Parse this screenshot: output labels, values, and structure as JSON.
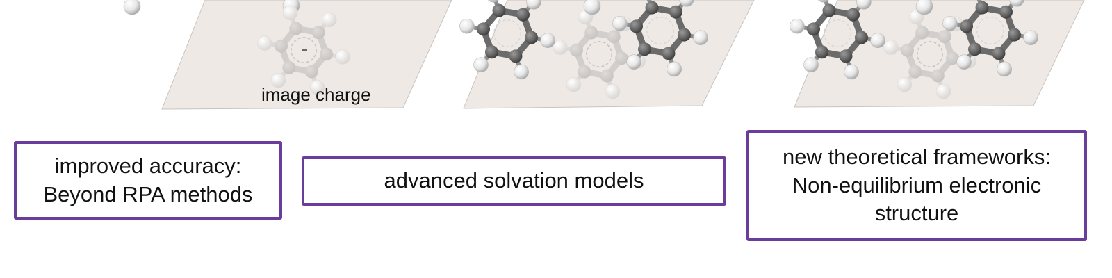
{
  "labels": {
    "image_charge": "image charge"
  },
  "boxes": {
    "accuracy": {
      "line1": "improved accuracy:",
      "line2": "Beyond RPA methods"
    },
    "solvation": {
      "line1": "advanced solvation models"
    },
    "frameworks": {
      "line1": "new theoretical frameworks:",
      "line2": "Non-equilibrium electronic",
      "line3": "structure"
    }
  },
  "colors": {
    "box_border": "#6a3d9a",
    "surface": "#efe9e5",
    "carbon_dark": "#6a6a6a",
    "carbon_light": "#cfcfcf",
    "hydrogen": "#f2f2f2"
  }
}
